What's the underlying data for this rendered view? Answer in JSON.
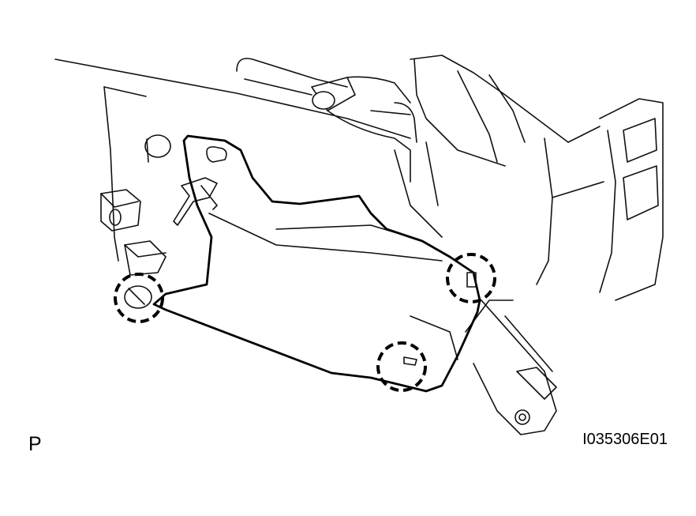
{
  "diagram": {
    "view_label": "P",
    "figure_id": "I035306E01",
    "callouts": [
      {
        "name": "clip-callout-left"
      },
      {
        "name": "clip-callout-bottom"
      },
      {
        "name": "clip-callout-right"
      }
    ]
  }
}
